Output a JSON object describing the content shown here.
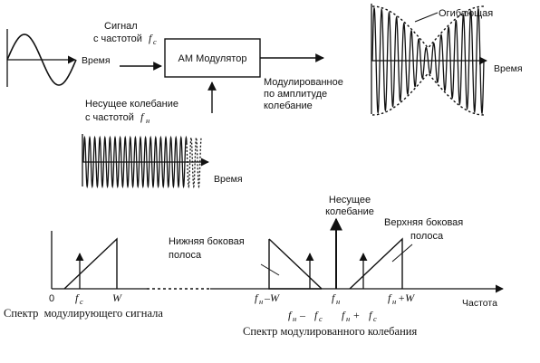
{
  "top": {
    "signal_label_line1": "Сигнал",
    "signal_label_line2": "с частотой",
    "signal_freq_symbol": "f",
    "signal_freq_sub": "c",
    "time_label_signal": "Время",
    "modulator_label": "АМ Модулятор",
    "carrier_label_line1": "Несущее колебание",
    "carrier_label_line2": "с частотой",
    "carrier_freq_symbol": "f",
    "carrier_freq_sub": "н",
    "time_label_carrier": "Время",
    "output_label_line1": "Модулированное",
    "output_label_line2": "по амплитуде",
    "output_label_line3": "колебание",
    "envelope_label": "Огибающая",
    "time_label_output": "Время"
  },
  "bottom": {
    "carrier_peak_line1": "Несущее",
    "carrier_peak_line2": "колебание",
    "lower_band_line1": "Нижняя боковая",
    "lower_band_line2": "полоса",
    "upper_band_line1": "Верхняя боковая",
    "upper_band_line2": "полоса",
    "tick_zero": "0",
    "tick_fc_symbol": "f",
    "tick_fc_sub": "c",
    "tick_w": "W",
    "tick_fn_minus_w": "f",
    "tick_fn_minus_w_sub": "н",
    "tick_fn_minus_w_rest": "–W",
    "tick_fn": "f",
    "tick_fn_sub": "н",
    "tick_fn_plus_w": "f",
    "tick_fn_plus_w_sub": "н",
    "tick_fn_plus_w_rest": "+W",
    "tick_fn_minus_fc_a": "f",
    "tick_fn_minus_fc_a_sub": "н",
    "tick_fn_minus_fc_op": " – ",
    "tick_fn_minus_fc_b": "f",
    "tick_fn_minus_fc_b_sub": "c",
    "tick_fn_plus_fc_a": "f",
    "tick_fn_plus_fc_a_sub": "н",
    "tick_fn_plus_fc_op": " + ",
    "tick_fn_plus_fc_b": "f",
    "tick_fn_plus_fc_b_sub": "c",
    "frequency_label": "Частота",
    "caption_mod_signal": "Спектр  модулирующего сигнала",
    "caption_mod_wave": "Спектр модулированного колебания"
  },
  "colors": {
    "ink": "#111111",
    "background": "#ffffff"
  }
}
